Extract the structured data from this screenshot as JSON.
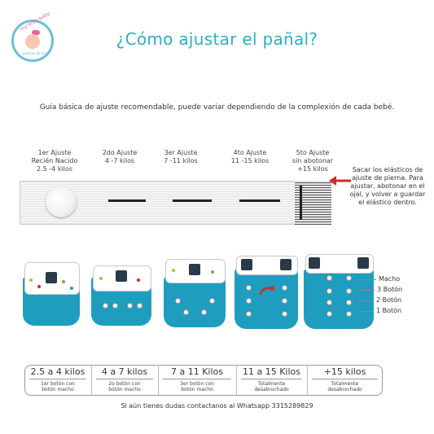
{
  "logo": {
    "text": "my little baby",
    "sub": "pañales de tela"
  },
  "title": "¿Cómo ajustar el pañal?",
  "subtitle": "Guía básica de ajuste recomendable, puede variar dependiendo de la complexión de cada bebé.",
  "stages": [
    {
      "line1": "1er Ajuste",
      "line2": "Recién Nacido",
      "line3": "2.5 -4 kilos"
    },
    {
      "line1": "2do Ajuste",
      "line2": "4 -7 kilos",
      "line3": ""
    },
    {
      "line1": "3er Ajuste",
      "line2": "7 -11 kilos",
      "line3": ""
    },
    {
      "line1": "4to Ajuste",
      "line2": "11 -15 kilos",
      "line3": ""
    },
    {
      "line1": "5to Ajuste",
      "line2": "sin abotonar",
      "line3": "+15 kilos"
    }
  ],
  "instruction": "Sacar los elásticos de ajuste de pierna. Para ajustar, abotonar en el ojal, y volver a guardar el elástico dentro.",
  "button_labels": [
    "Macho",
    "3 Botón",
    "2 Botón",
    "1 Botón"
  ],
  "table": [
    {
      "weight": "2.5 a 4 kilos",
      "note1": "1er botón con",
      "note2": "botón macho"
    },
    {
      "weight": "4 a 7 kilos",
      "note1": "2o botón con",
      "note2": "botón macho"
    },
    {
      "weight": "7 a 11 Kilos",
      "note1": "3er botón con",
      "note2": "botón macho"
    },
    {
      "weight": "11 a 15 Kilos",
      "note1": "Totalmente",
      "note2": "desabrochado"
    },
    {
      "weight": "+15 kilos",
      "note1": "Totalmente",
      "note2": "desabrochado"
    }
  ],
  "footer": "Si aún tienes dudas contactanos al Whatsapp 3315289829",
  "colors": {
    "accent": "#2bb0c8",
    "diaper": "#1e9dbf",
    "arrow": "#d62727",
    "logo_pink": "#e8649b"
  }
}
